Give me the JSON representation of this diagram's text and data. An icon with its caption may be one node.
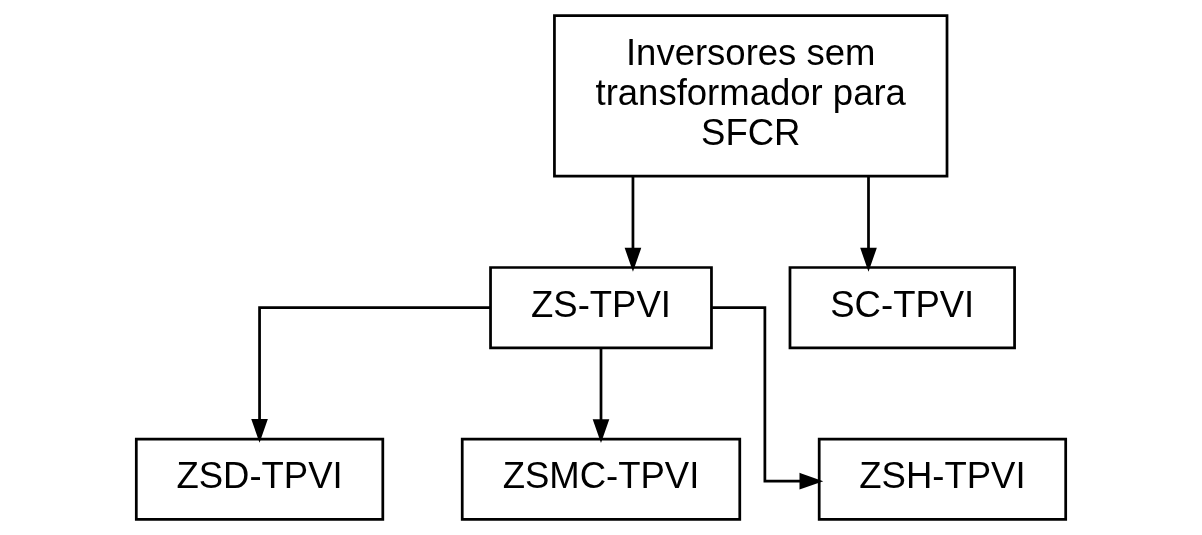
{
  "diagram": {
    "nodes": [
      {
        "text": [
          "Inversores sem transformador para SFCR"
        ]
      },
      {
        "text": [
          "ZS-TPVI"
        ]
      },
      {
        "text": [
          "SC-TPVI"
        ]
      },
      {
        "text": [
          "ZSD-TPVI"
        ]
      },
      {
        "text": [
          "ZSMC-TPVI"
        ]
      },
      {
        "text": [
          "ZSH-TPVI"
        ]
      }
    ],
    "edges": [
      {
        "from": 0,
        "to": 1,
        "arrow": "to"
      },
      {
        "from": 0,
        "to": 2,
        "arrow": "to"
      },
      {
        "from": 1,
        "to": 3,
        "arrow": "to"
      },
      {
        "from": 1,
        "to": 4,
        "arrow": "to"
      },
      {
        "from": 1,
        "to": 5,
        "arrow": "to"
      }
    ]
  }
}
